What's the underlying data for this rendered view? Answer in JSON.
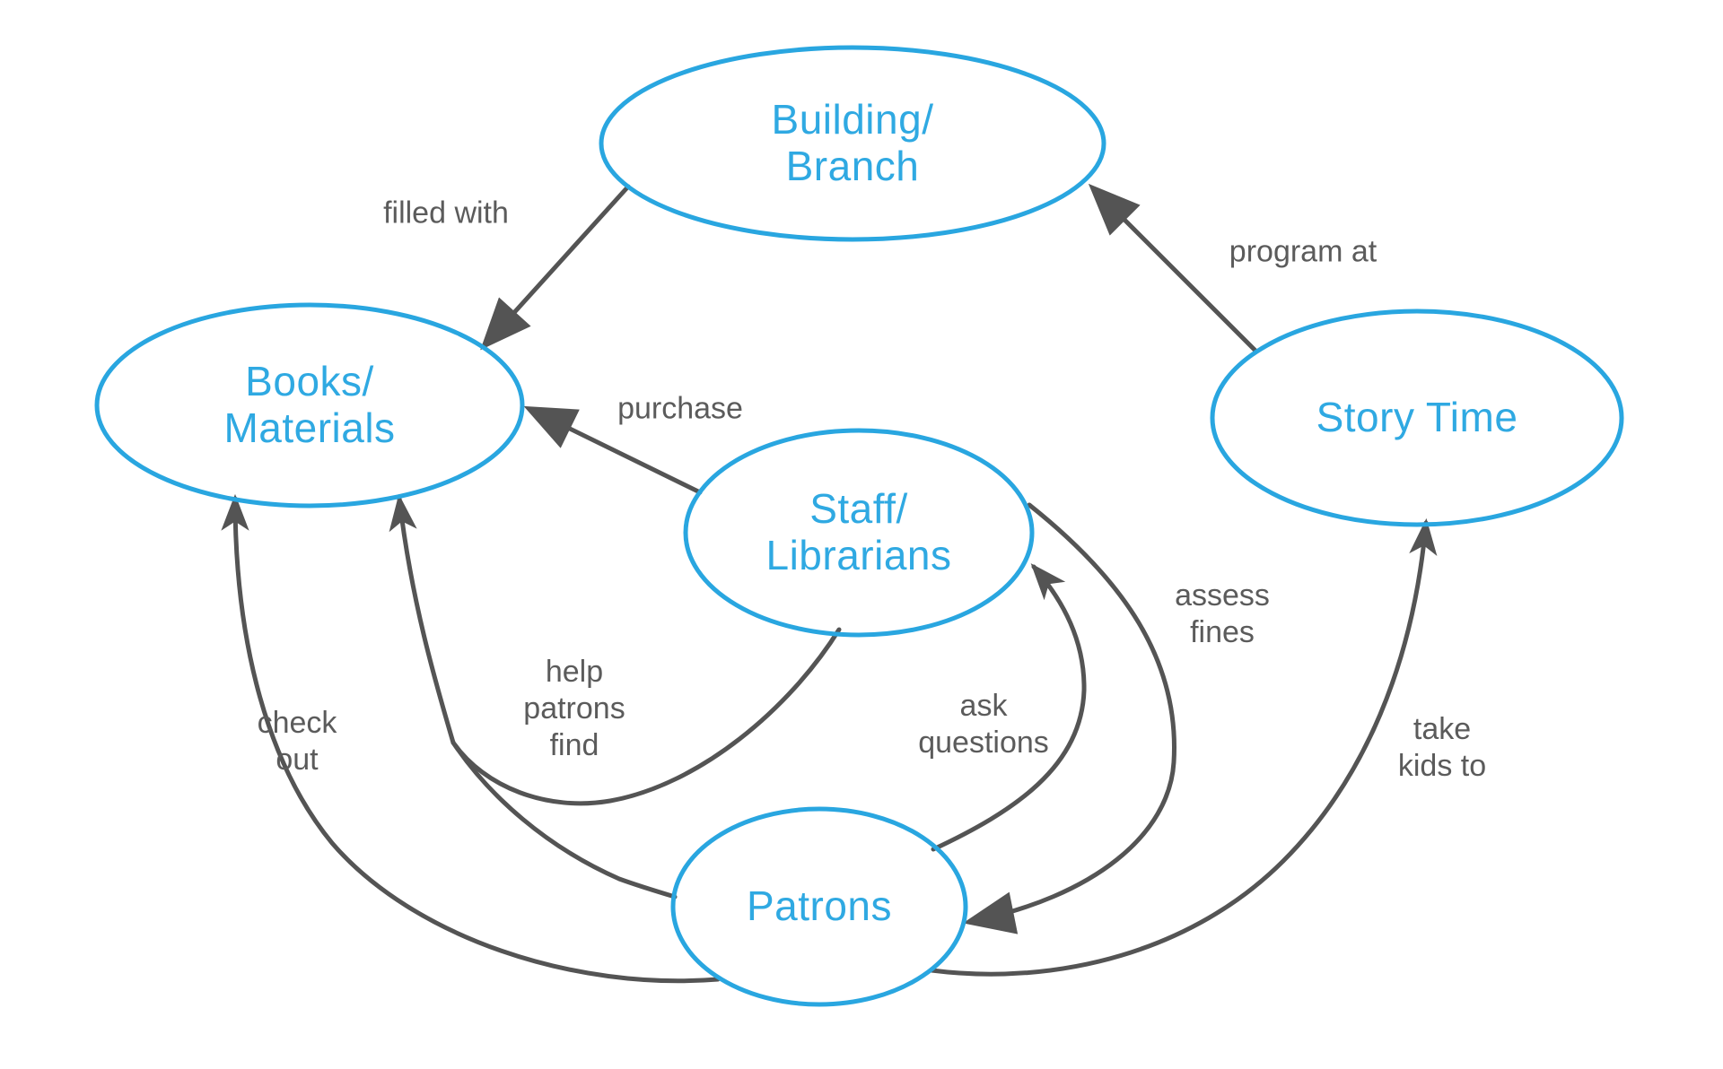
{
  "diagram": {
    "type": "concept-map",
    "nodes": [
      {
        "id": "building-branch",
        "label": "Building/Branch",
        "lines": [
          "Building/",
          "Branch"
        ]
      },
      {
        "id": "books-materials",
        "label": "Books/Materials",
        "lines": [
          "Books/",
          "Materials"
        ]
      },
      {
        "id": "story-time",
        "label": "Story Time",
        "lines": [
          "Story Time"
        ]
      },
      {
        "id": "staff-librarians",
        "label": "Staff/Librarians",
        "lines": [
          "Staff/",
          "Librarians"
        ]
      },
      {
        "id": "patrons",
        "label": "Patrons",
        "lines": [
          "Patrons"
        ]
      }
    ],
    "edges": [
      {
        "id": "filled-with",
        "label": "filled with",
        "from": "Building/Branch",
        "to": "Books/Materials",
        "lines": [
          "filled with"
        ]
      },
      {
        "id": "program-at",
        "label": "program at",
        "from": "Story Time",
        "to": "Building/Branch",
        "lines": [
          "program at"
        ]
      },
      {
        "id": "purchase",
        "label": "purchase",
        "from": "Staff/Librarians",
        "to": "Books/Materials",
        "lines": [
          "purchase"
        ]
      },
      {
        "id": "check-out",
        "label": "check out",
        "from": "Patrons",
        "to": "Books/Materials",
        "lines": [
          "check",
          "out"
        ]
      },
      {
        "id": "help-patrons-find",
        "label": "help patrons find",
        "from": "Staff/Librarians",
        "to": "Books/Materials",
        "branch_from": "Patrons",
        "lines": [
          "help",
          "patrons",
          "find"
        ]
      },
      {
        "id": "ask-questions",
        "label": "ask questions",
        "from": "Patrons",
        "to": "Staff/Librarians",
        "lines": [
          "ask",
          "questions"
        ]
      },
      {
        "id": "assess-fines",
        "label": "assess fines",
        "from": "Staff/Librarians",
        "to": "Patrons",
        "lines": [
          "assess",
          "fines"
        ]
      },
      {
        "id": "take-kids-to",
        "label": "take kids to",
        "from": "Patrons",
        "to": "Story Time",
        "lines": [
          "take",
          "kids to"
        ]
      }
    ],
    "colors": {
      "node_stroke": "#29A6E0",
      "node_text": "#2FA9E2",
      "edge_color": "#545454",
      "label_color": "#5B5B5B",
      "bg": "#FFFFFF"
    }
  }
}
